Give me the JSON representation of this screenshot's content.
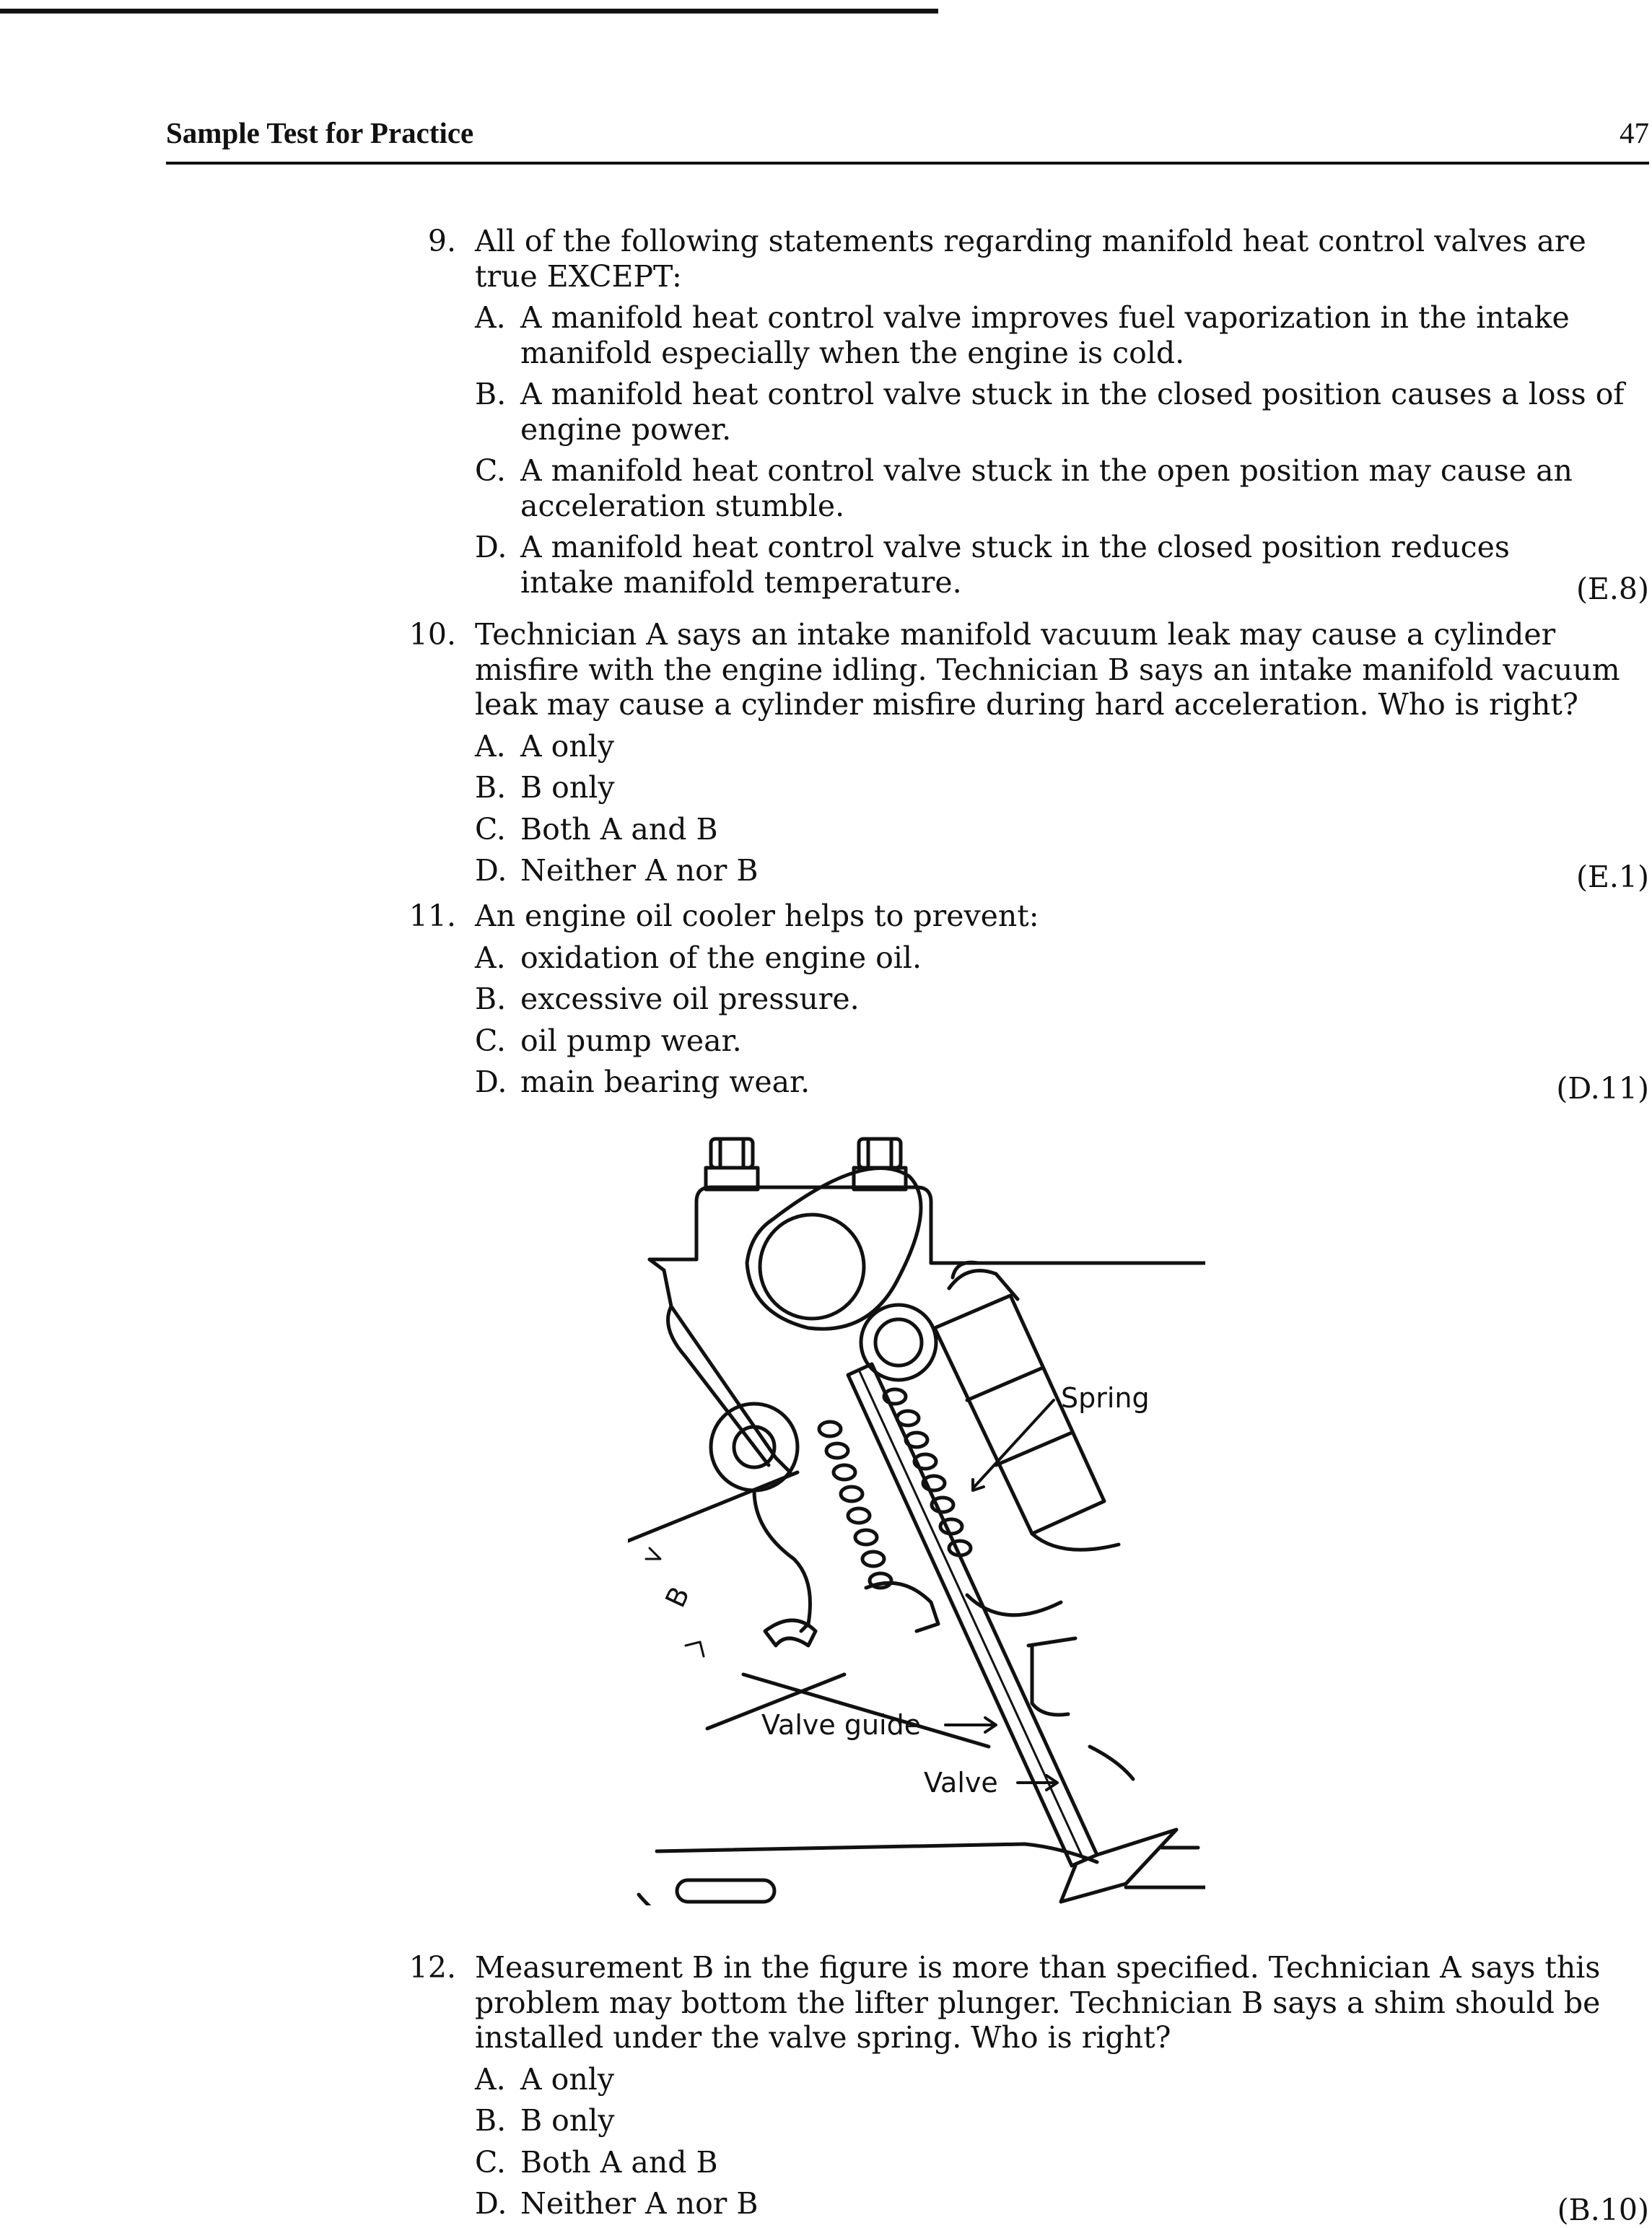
{
  "header": {
    "running_title": "Sample Test for Practice",
    "page_number": "47"
  },
  "questions": [
    {
      "number": "9.",
      "stem": "All of the following statements regarding manifold heat control valves are true EXCEPT:",
      "choices": [
        {
          "letter": "A.",
          "text": "A manifold heat control valve improves fuel vaporization in the intake manifold especially when the engine is cold."
        },
        {
          "letter": "B.",
          "text": "A manifold heat control valve stuck in the closed position causes a loss of engine power."
        },
        {
          "letter": "C.",
          "text": "A manifold heat control valve stuck in the open position may cause an acceleration stumble."
        },
        {
          "letter": "D.",
          "text": "A manifold heat control valve stuck in the closed position reduces intake manifold temperature."
        }
      ],
      "reference": "(E.8)"
    },
    {
      "number": "10.",
      "stem": "Technician A says an intake manifold vacuum leak may cause a cylinder misfire with the engine idling. Technician B says an intake manifold vacuum leak may cause a cylinder misfire during hard acceleration. Who is right?",
      "choices": [
        {
          "letter": "A.",
          "text": "A only"
        },
        {
          "letter": "B.",
          "text": "B only"
        },
        {
          "letter": "C.",
          "text": "Both A and B"
        },
        {
          "letter": "D.",
          "text": "Neither A nor B"
        }
      ],
      "reference": "(E.1)"
    },
    {
      "number": "11.",
      "stem": "An engine oil cooler helps to prevent:",
      "choices": [
        {
          "letter": "A.",
          "text": "oxidation of the engine oil."
        },
        {
          "letter": "B.",
          "text": "excessive oil pressure."
        },
        {
          "letter": "C.",
          "text": "oil pump wear."
        },
        {
          "letter": "D.",
          "text": "main bearing wear."
        }
      ],
      "reference": "(D.11)"
    },
    {
      "number": "12.",
      "stem": "Measurement B in the figure is more than specified. Technician A says this problem may bottom the lifter plunger. Technician B says a shim should be installed under the valve spring. Who is right?",
      "choices": [
        {
          "letter": "A.",
          "text": "A only"
        },
        {
          "letter": "B.",
          "text": "B only"
        },
        {
          "letter": "C.",
          "text": "Both A and B"
        },
        {
          "letter": "D.",
          "text": "Neither A nor B"
        }
      ],
      "reference": "(B.10)"
    }
  ],
  "figure": {
    "label_spring": "Spring",
    "label_measure": "B",
    "label_valve_guide": "Valve guide",
    "label_valve": "Valve"
  }
}
